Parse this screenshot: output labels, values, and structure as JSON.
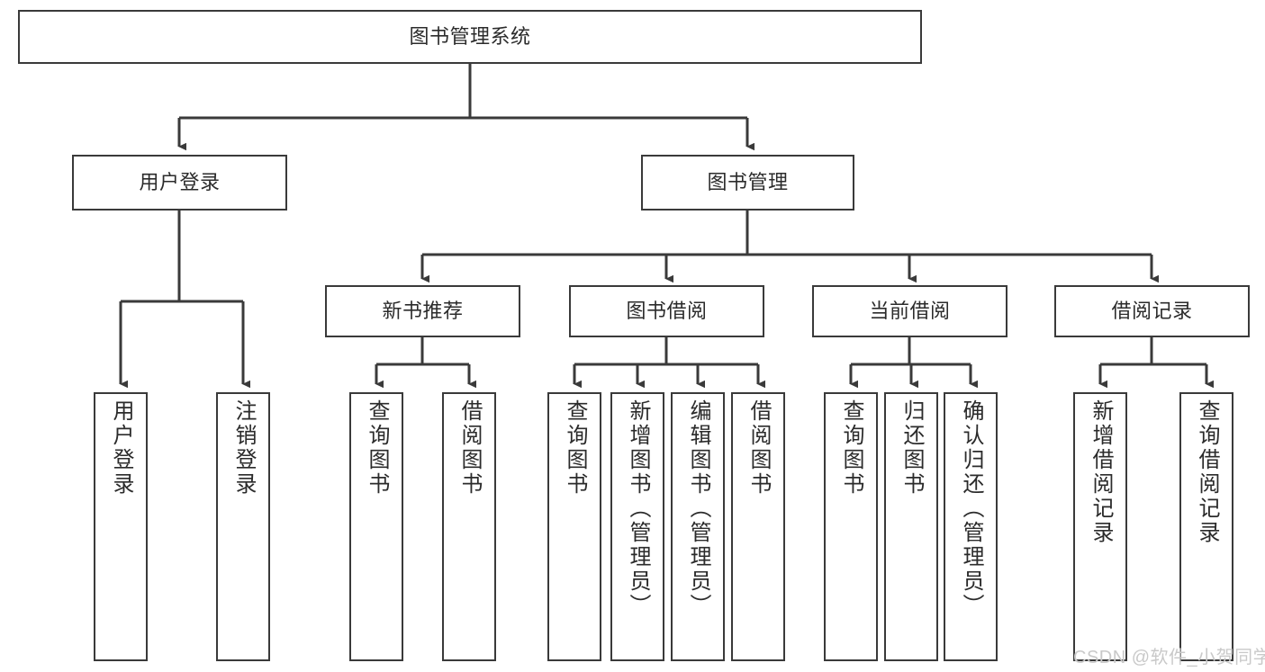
{
  "diagram": {
    "type": "tree-hierarchy-diagram",
    "title": "图书管理系统",
    "stroke_color": "#3a3a3a",
    "text_color": "#2b2b2b",
    "background_color": "#ffffff",
    "orientation": "top-down"
  },
  "nodes": {
    "root": {
      "label": "图书管理系统"
    },
    "level1": [
      {
        "label": "用户登录"
      },
      {
        "label": "图书管理"
      }
    ],
    "level2": [
      {
        "label": "新书推荐"
      },
      {
        "label": "图书借阅"
      },
      {
        "label": "当前借阅"
      },
      {
        "label": "借阅记录"
      }
    ],
    "leaves_user_login": [
      {
        "label": "用户登录"
      },
      {
        "label": "注销登录"
      }
    ],
    "leaves_new_books": [
      {
        "label": "查询图书"
      },
      {
        "label": "借阅图书"
      }
    ],
    "leaves_borrow": [
      {
        "label": "查询图书"
      },
      {
        "label": "新增图书（管理员）"
      },
      {
        "label": "编辑图书（管理员）"
      },
      {
        "label": "借阅图书"
      }
    ],
    "leaves_current": [
      {
        "label": "查询图书"
      },
      {
        "label": "归还图书"
      },
      {
        "label": "确认归还（管理员）"
      }
    ],
    "leaves_records": [
      {
        "label": "新增借阅记录"
      },
      {
        "label": "查询借阅记录"
      }
    ]
  },
  "watermark": {
    "text": "CSDN @软件_小贺同学"
  }
}
